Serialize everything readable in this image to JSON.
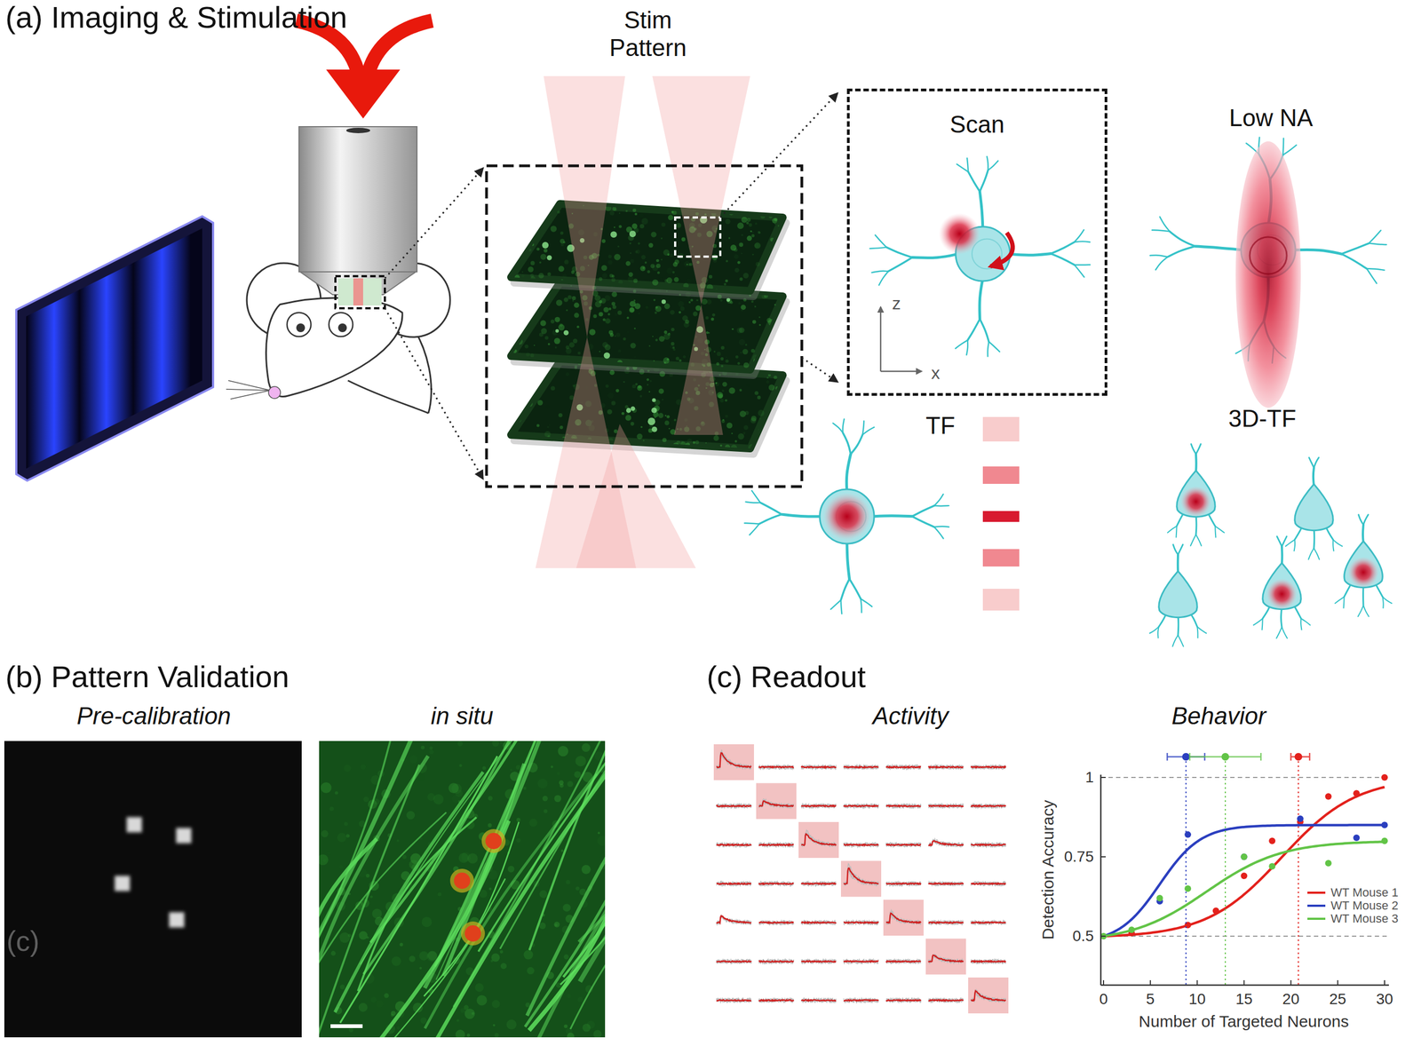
{
  "diagram": {
    "nodes": [
      {
        "text": [
          "Scan",
          "z",
          "x"
        ]
      }
    ],
    "labels": [
      "(a) Imaging & Stimulation",
      "Stim Pattern",
      "Low NA",
      "TF",
      "3D-TF",
      "(b) Pattern Validation",
      "Pre-calibration",
      "in situ",
      "(c)",
      "(c) Readout",
      "Activity",
      "Behavior",
      "1",
      "0.75",
      "0.5",
      "Detection Accuracy",
      "0",
      "5",
      "10",
      "15",
      "20",
      "25",
      "30",
      "Number of Targeted Neurons"
    ],
    "legend": [
      {
        "text": "WT Mouse 1"
      },
      {
        "text": "WT Mouse 2"
      },
      {
        "text": "WT Mouse 3"
      }
    ]
  }
}
